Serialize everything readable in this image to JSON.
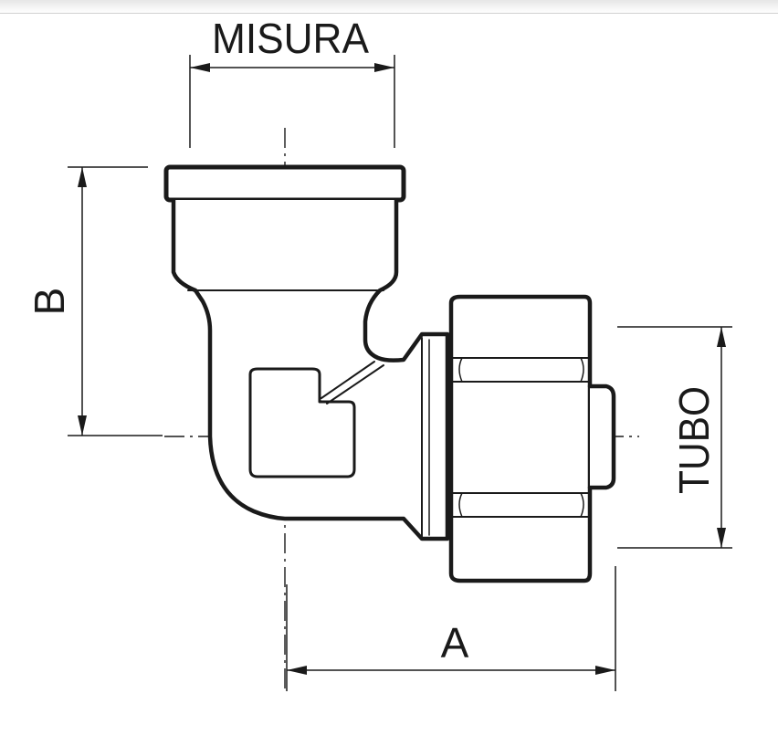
{
  "labels": {
    "misura": "MISURA",
    "b": "B",
    "tubo": "TUBO",
    "a": "A"
  },
  "colors": {
    "stroke": "#1a1a1a",
    "background": "#ffffff"
  }
}
